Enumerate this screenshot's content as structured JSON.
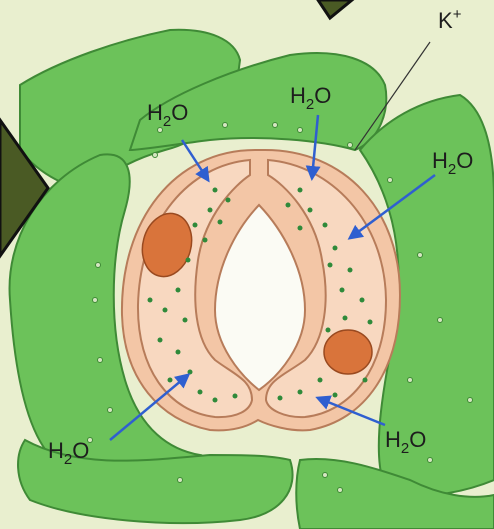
{
  "colors": {
    "background": "#e9efcf",
    "epidermal_cell": "#6cc25a",
    "epidermal_outline": "#3f8a36",
    "guard_cell_wall": "#f3c6a6",
    "guard_cell_cytoplasm": "#f8d8c0",
    "guard_cell_outline": "#b77c5a",
    "nucleus": "#d9743b",
    "chloroplast": "#2f8a3a",
    "arrow": "#2f5fd0",
    "nav_arrow": "#4a5a24"
  },
  "labels": {
    "water": {
      "main": "H",
      "sub": "2",
      "tail": "O"
    },
    "potassium": {
      "main": "K",
      "sup": "+"
    }
  }
}
